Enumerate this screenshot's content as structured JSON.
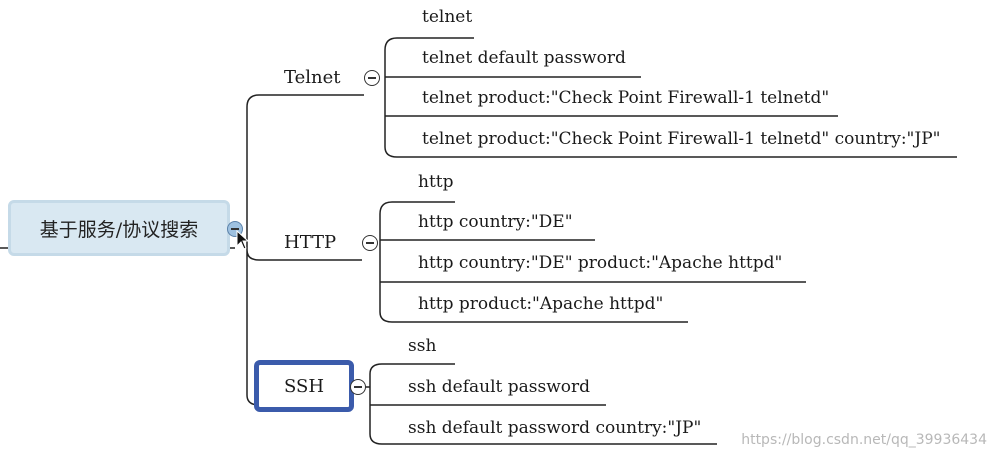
{
  "root": {
    "label": "基于服务/协议搜索"
  },
  "branches": [
    {
      "label": "Telnet",
      "leaves": [
        "telnet",
        "telnet default password",
        "telnet product:\"Check Point Firewall-1 telnetd\"",
        "telnet product:\"Check Point Firewall-1 telnetd\" country:\"JP\""
      ]
    },
    {
      "label": "HTTP",
      "leaves": [
        "http",
        "http country:\"DE\"",
        "http country:\"DE\" product:\"Apache httpd\"",
        "http product:\"Apache httpd\""
      ]
    },
    {
      "label": "SSH",
      "leaves": [
        "ssh",
        "ssh default password",
        "ssh default password country:\"JP\""
      ]
    }
  ],
  "watermark": "https://blog.csdn.net/qq_39936434",
  "colors": {
    "root_fill": "#d9e8f2",
    "highlight_border": "#3b5bab",
    "line": "#222222"
  }
}
